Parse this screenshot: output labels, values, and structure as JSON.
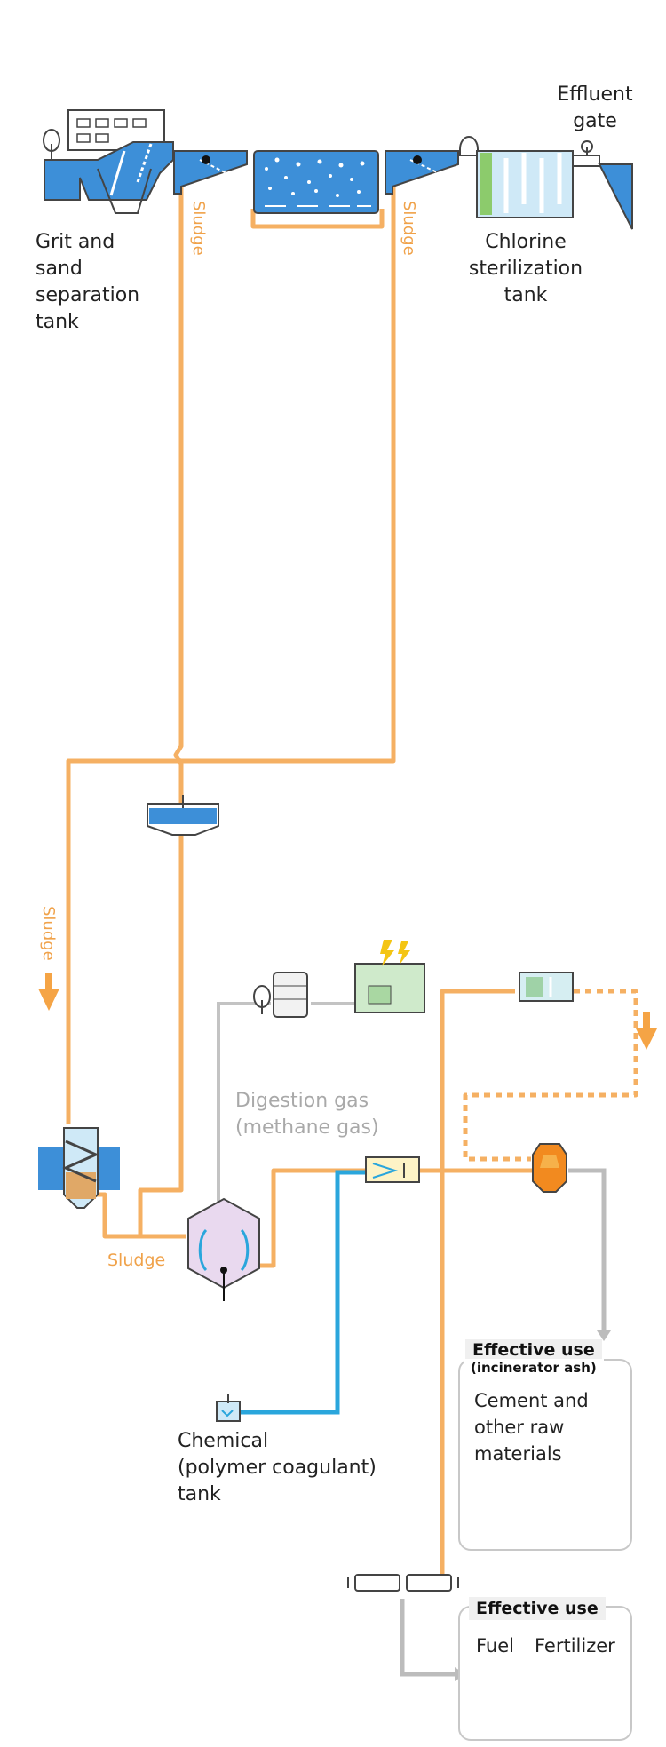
{
  "labels": {
    "effluent_gate": "Effluent\ngate",
    "grit_tank": "Grit and\nsand\nseparation\ntank",
    "chlorine_tank": "Chlorine\nsterilization\ntank",
    "sludge_1": "Sludge",
    "sludge_2": "Sludge",
    "sludge_3": "Sludge",
    "sludge_4": "Sludge",
    "digestion_gas": "Digestion gas\n(methane gas)",
    "chemical_tank": "Chemical\n(polymer coagulant)\ntank"
  },
  "card_ash": {
    "title": "Effective use",
    "subtitle": "(incinerator ash)",
    "body": "Cement and\nother raw\nmaterials"
  },
  "card_fuel": {
    "title": "Effective use",
    "fuel": "Fuel",
    "fertilizer": "Fertilizer"
  },
  "colors": {
    "sludge_pipe": "#f5b063",
    "water": "#3d8fd8",
    "chemical_pipe": "#2aa6dc",
    "gas_pipe": "#bfbfbf",
    "label_orange": "#f0a24a"
  },
  "icons": [
    "tree-icon",
    "building-icon",
    "power-plant-icon",
    "lightning-icon",
    "flame-icon",
    "plant-sprout-icon",
    "ash-pile-icon",
    "down-arrow-icon"
  ]
}
